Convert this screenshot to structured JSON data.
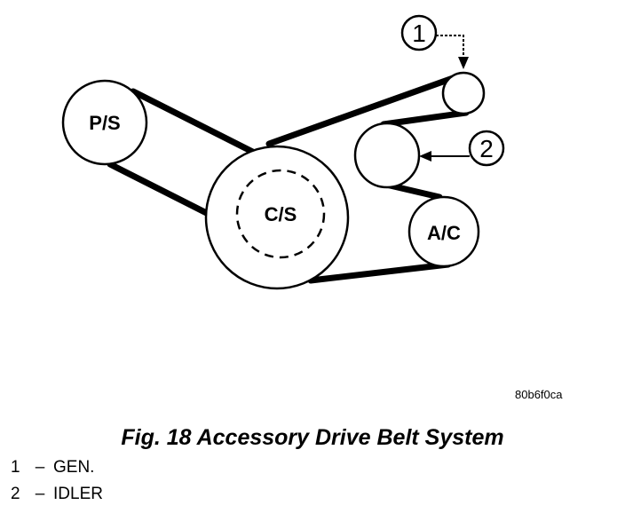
{
  "pulleys": {
    "ps": "P/S",
    "cs": "C/S",
    "ac": "A/C"
  },
  "callouts": [
    "1",
    "2"
  ],
  "figure_code": "80b6f0ca",
  "caption": "Fig. 18 Accessory Drive Belt System",
  "legend": [
    {
      "num": "1",
      "dash": "–",
      "label": "GEN."
    },
    {
      "num": "2",
      "dash": "–",
      "label": "IDLER"
    }
  ]
}
